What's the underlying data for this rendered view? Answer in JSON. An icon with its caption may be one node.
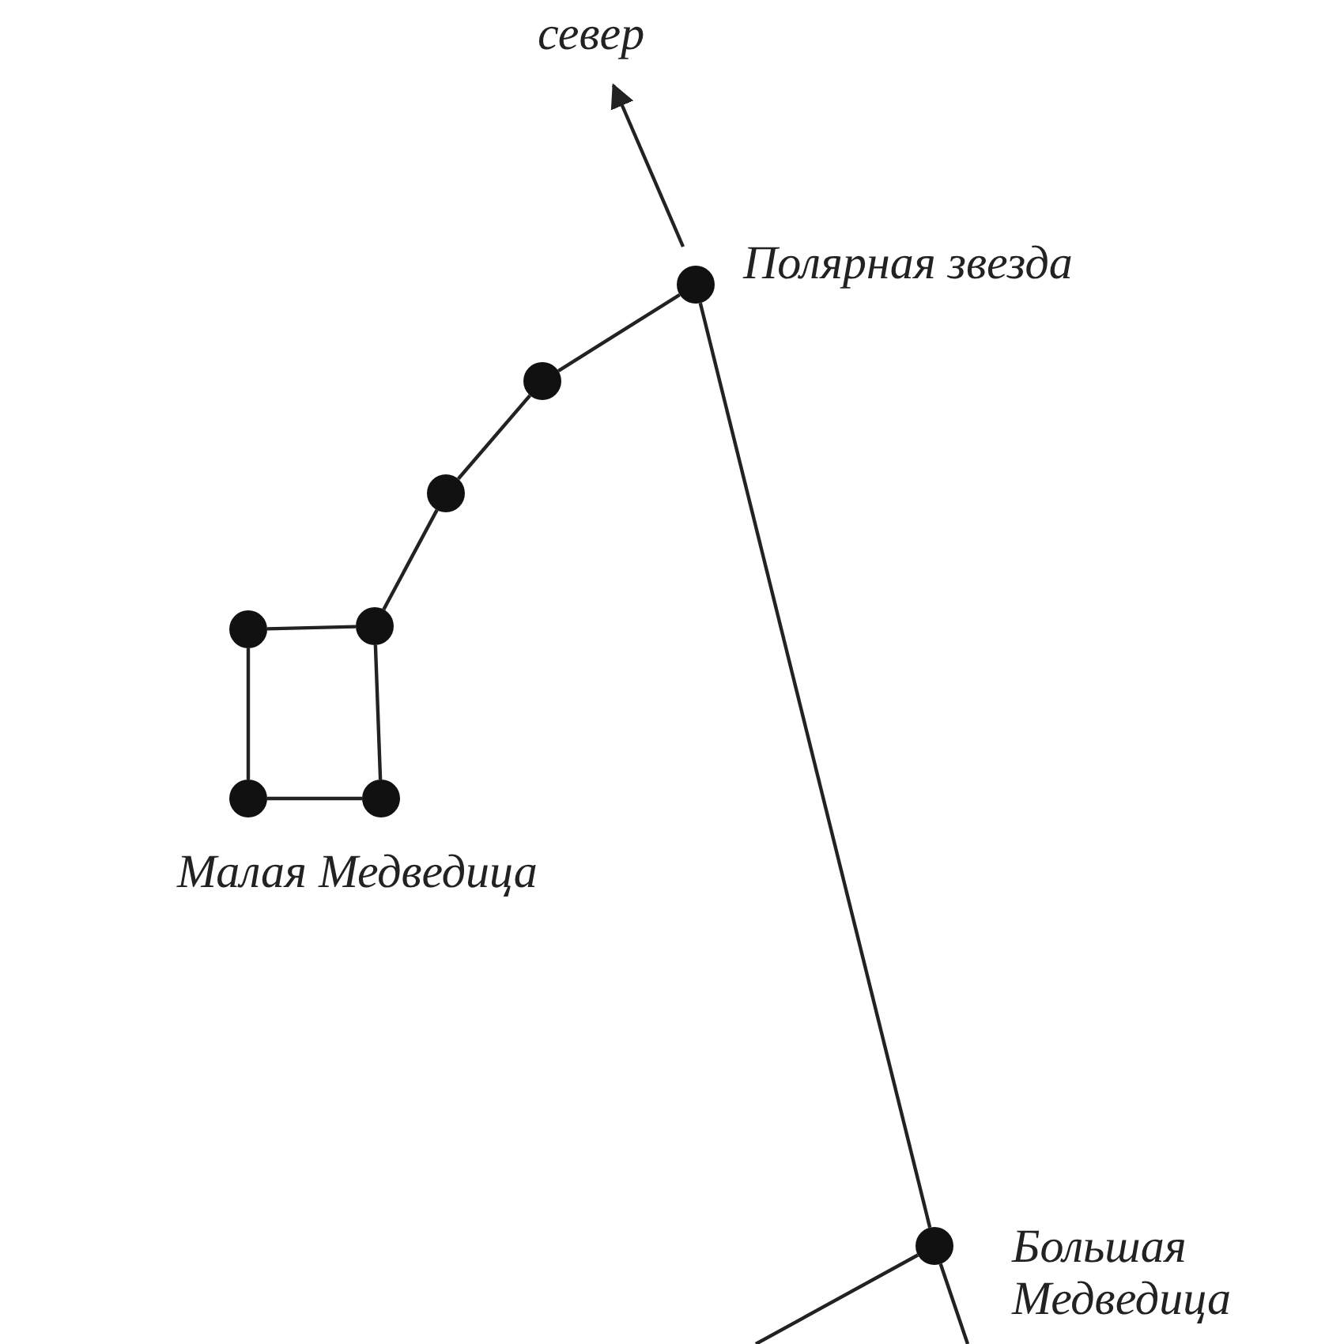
{
  "diagram": {
    "nodes": [
      {
        "text": [],
        "shape": "circle",
        "beside": [
          "Полярная звезда"
        ]
      },
      {
        "text": [],
        "shape": "circle"
      },
      {
        "text": [],
        "shape": "circle"
      },
      {
        "text": [],
        "shape": "circle"
      },
      {
        "text": [],
        "shape": "circle"
      },
      {
        "text": [],
        "shape": "circle"
      },
      {
        "text": [],
        "shape": "circle"
      },
      {
        "text": [],
        "shape": "circle"
      }
    ],
    "edges": [
      {
        "from": 0,
        "to": 1,
        "arrow": "none"
      },
      {
        "from": 1,
        "to": 2,
        "arrow": "none"
      },
      {
        "from": 2,
        "to": 3,
        "arrow": "none"
      },
      {
        "from": 3,
        "to": 4,
        "arrow": "none"
      },
      {
        "from": 4,
        "to": 5,
        "arrow": "none"
      },
      {
        "from": 5,
        "to": 6,
        "arrow": "none"
      },
      {
        "from": 6,
        "to": 3,
        "arrow": "none"
      },
      {
        "from": 0,
        "to": 7,
        "arrow": "none"
      },
      {
        "from": 7,
        "to": null,
        "arrow": "none"
      },
      {
        "from": 7,
        "to": null,
        "arrow": "none"
      }
    ],
    "labels": [
      "север",
      "Малая Медведица",
      "Большая Медведица"
    ]
  }
}
